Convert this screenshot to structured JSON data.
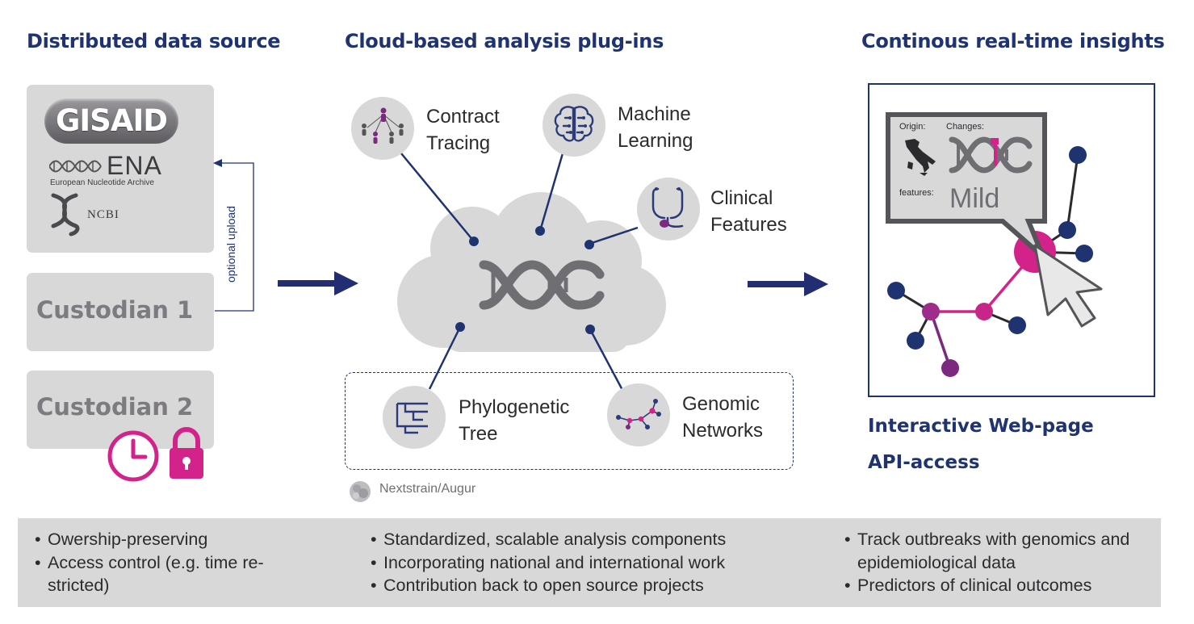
{
  "headings": {
    "left": "Distributed data source",
    "center": "Cloud-based analysis plug-ins",
    "right": "Continous real-time insights"
  },
  "sources": {
    "gisaid": "GISAID",
    "ena": "ENA",
    "ena_full": "European Nucleotide Archive",
    "ncbi": "NCBI",
    "custodian1": "Custodian 1",
    "custodian2": "Custodian 2",
    "optional_upload": "optional upload"
  },
  "plugins": {
    "contract_tracing": [
      "Contract",
      "Tracing"
    ],
    "machine_learning": [
      "Machine",
      "Learning"
    ],
    "clinical_features": [
      "Clinical",
      "Features"
    ],
    "phylogenetic_tree": [
      "Phylogenetic",
      "Tree"
    ],
    "genomic_networks": [
      "Genomic",
      "Networks"
    ],
    "nextstrain": "Nextstrain/Augur"
  },
  "insights": {
    "origin": "Origin:",
    "changes": "Changes:",
    "features": "features:",
    "severity": "Mild",
    "web_page": "Interactive Web-page",
    "api": "API-access"
  },
  "bottom": {
    "left": [
      "Owership-preserving",
      "Access control (e.g. time re-",
      "stricted)"
    ],
    "center": [
      "Standardized, scalable analysis components",
      "Incorporating national and international work",
      "Contribution back to open source projects"
    ],
    "right": [
      "Track outbreaks with genomics and",
      "epidemiological data",
      "Predictors of clinical outcomes"
    ]
  },
  "colors": {
    "navy": "#1f3370",
    "magenta": "#d4228b",
    "purple": "#7b2a7f",
    "grey": "#d9d8d9",
    "dark_grey": "#6f6e73"
  },
  "icons": [
    "clock-icon",
    "lock-icon",
    "dna-icon",
    "people-network-icon",
    "brain-icon",
    "stethoscope-icon",
    "tree-icon",
    "network-icon",
    "italy-map-icon",
    "cursor-icon",
    "nextstrain-logo-icon"
  ]
}
